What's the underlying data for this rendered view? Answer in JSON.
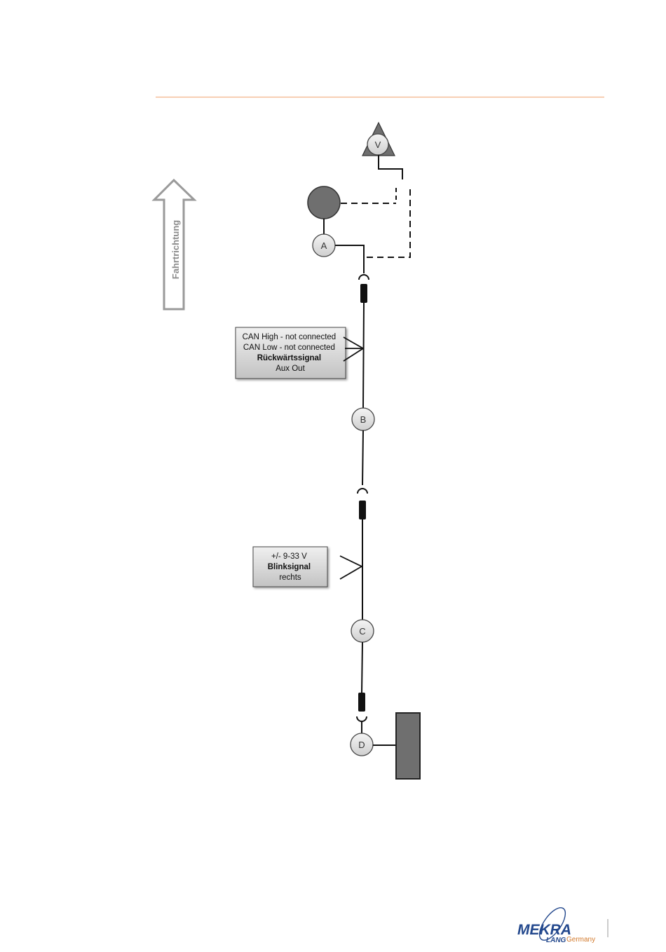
{
  "direction_arrow": {
    "label": "Fahrtrichtung"
  },
  "nodes": {
    "V": "V",
    "A": "A",
    "B": "B",
    "C": "C",
    "D": "D"
  },
  "signal_boxes": {
    "upper": {
      "lines": [
        {
          "text": "CAN High - not connected",
          "bold": false
        },
        {
          "text": "CAN Low - not connected",
          "bold": false
        },
        {
          "text": "Rückwärtssignal",
          "bold": true
        },
        {
          "text": "Aux Out",
          "bold": false
        }
      ]
    },
    "lower": {
      "lines": [
        {
          "text": "+/- 9-33 V",
          "bold": false
        },
        {
          "text": "Blinksignal",
          "bold": true
        },
        {
          "text": "rechts",
          "bold": false
        }
      ]
    }
  },
  "logo": {
    "main": "MEKRA",
    "sub": "LANG",
    "country": "Germany"
  },
  "colors": {
    "header_rule": "#f2b48a",
    "node_fill": "#e3e3e3",
    "dark_fill": "#6f6f6f",
    "box_fill": "#d6d6d6",
    "logo_blue": "#23488d",
    "logo_orange": "#d2782a"
  }
}
